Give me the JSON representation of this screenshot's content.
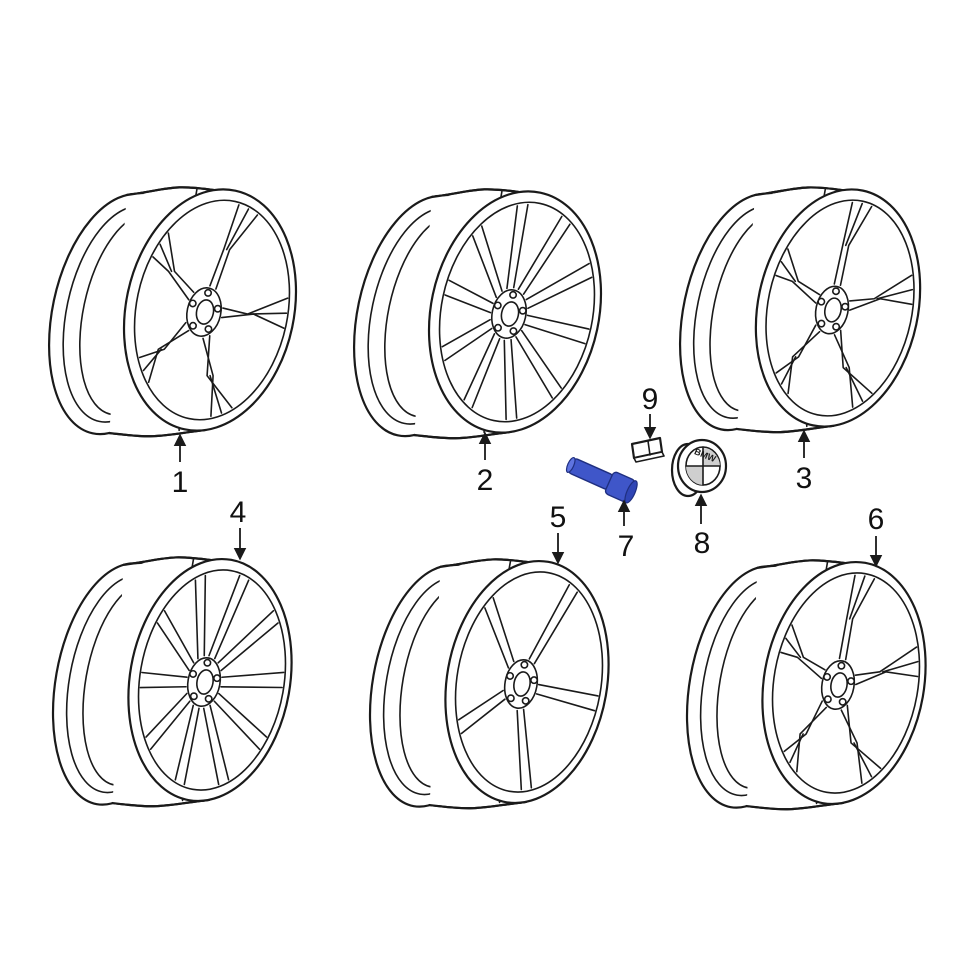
{
  "diagram": {
    "background": "#ffffff",
    "line_color": "#1a1a1a",
    "highlight_color": "#3f56c9",
    "logo_text": "BMW",
    "callouts": [
      {
        "id": "1",
        "label": "1"
      },
      {
        "id": "2",
        "label": "2"
      },
      {
        "id": "3",
        "label": "3"
      },
      {
        "id": "4",
        "label": "4"
      },
      {
        "id": "5",
        "label": "5"
      },
      {
        "id": "6",
        "label": "6"
      },
      {
        "id": "7",
        "label": "7"
      },
      {
        "id": "8",
        "label": "8"
      },
      {
        "id": "9",
        "label": "9"
      }
    ],
    "parts": [
      {
        "callout": "1",
        "icon": "alloy-wheel-icon",
        "spoke_count": 5,
        "spoke_style": "split-y"
      },
      {
        "callout": "2",
        "icon": "alloy-wheel-icon",
        "spoke_count": 10,
        "spoke_style": "multi"
      },
      {
        "callout": "3",
        "icon": "alloy-wheel-icon",
        "spoke_count": 5,
        "spoke_style": "y-spoke"
      },
      {
        "callout": "4",
        "icon": "alloy-wheel-icon",
        "spoke_count": 10,
        "spoke_style": "double"
      },
      {
        "callout": "5",
        "icon": "alloy-wheel-icon",
        "spoke_count": 5,
        "spoke_style": "double"
      },
      {
        "callout": "6",
        "icon": "alloy-wheel-icon",
        "spoke_count": 5,
        "spoke_style": "v-spoke"
      },
      {
        "callout": "7",
        "icon": "wheel-bolt-icon",
        "highlighted": true
      },
      {
        "callout": "8",
        "icon": "hub-cap-emblem-icon"
      },
      {
        "callout": "9",
        "icon": "balance-weight-icon"
      }
    ]
  }
}
